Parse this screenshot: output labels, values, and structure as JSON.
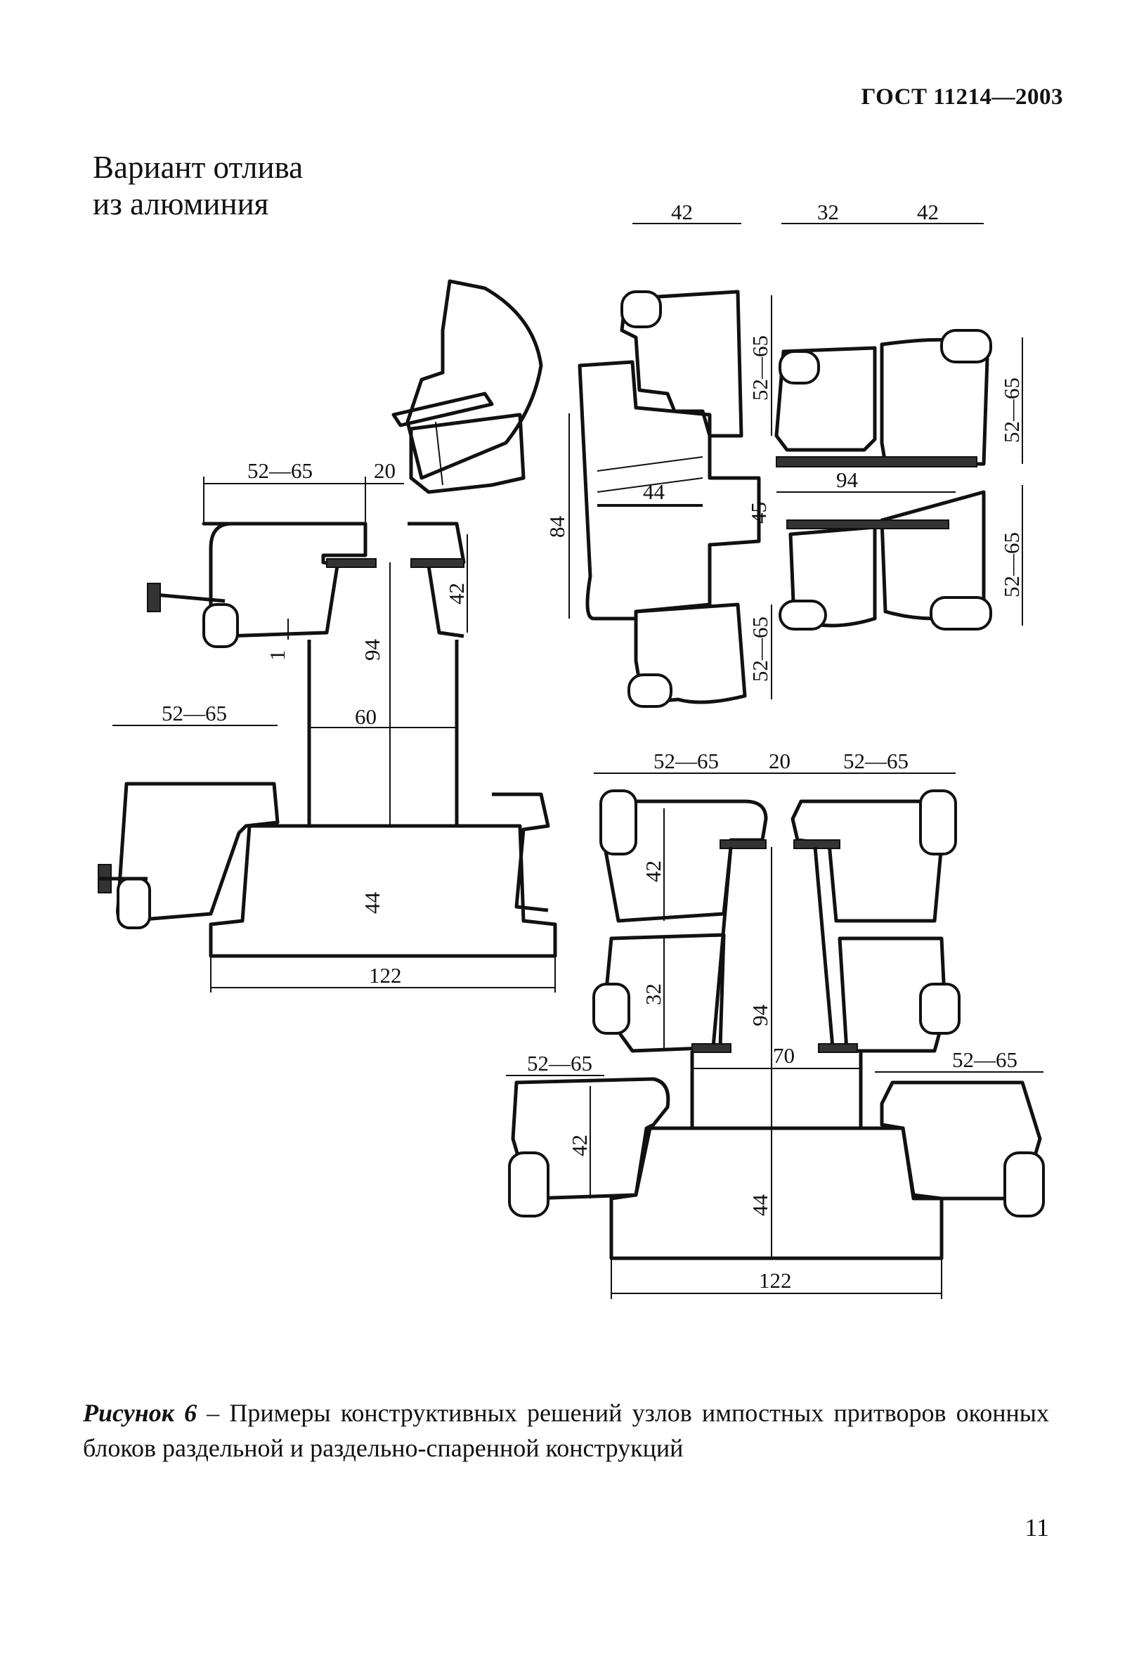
{
  "header": {
    "standard_code": "ГОСТ 11214—2003"
  },
  "note": {
    "line1": "Вариант отлива",
    "line2": "из алюминия"
  },
  "dimensions": {
    "d52_65": "52—65",
    "d20": "20",
    "d42": "42",
    "d94": "94",
    "d60": "60",
    "d44": "44",
    "d122": "122",
    "d1": "1",
    "d32": "32",
    "d84": "84",
    "d45": "45",
    "d70": "70"
  },
  "caption": {
    "label": "Рисунок 6",
    "text": " – Примеры конструктивных решений узлов импостных притворов оконных блоков раздельной и раздельно-спаренной конструкций"
  },
  "page": {
    "number": "11"
  }
}
